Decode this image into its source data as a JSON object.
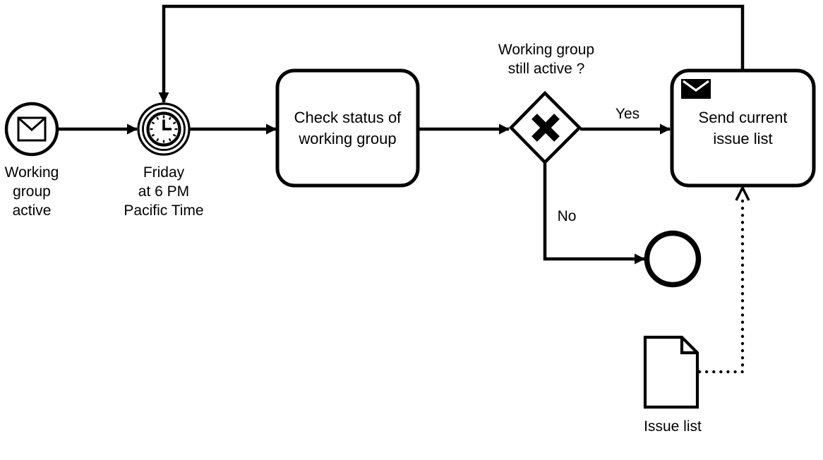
{
  "diagram": {
    "background_color": "#ffffff",
    "stroke_color": "#000000",
    "start_event": {
      "type": "message-start-event",
      "icon": "envelope-icon",
      "label": "Working\ngroup\nactive"
    },
    "timer_event": {
      "type": "timer-intermediate-event",
      "icon": "clock-icon",
      "label": "Friday\nat 6 PM\nPacific Time"
    },
    "task_check": {
      "type": "task",
      "label": "Check status of\nworking group"
    },
    "gateway": {
      "type": "exclusive-gateway",
      "icon": "x-marker-icon",
      "label": "Working group\nstill active ?"
    },
    "flow_yes": {
      "label": "Yes"
    },
    "flow_no": {
      "label": "No"
    },
    "task_send": {
      "type": "send-task",
      "icon": "filled-envelope-icon",
      "label": "Send current\nissue list"
    },
    "end_event": {
      "type": "end-event"
    },
    "data_object": {
      "type": "data-object",
      "icon": "document-icon",
      "label": "Issue list"
    }
  }
}
